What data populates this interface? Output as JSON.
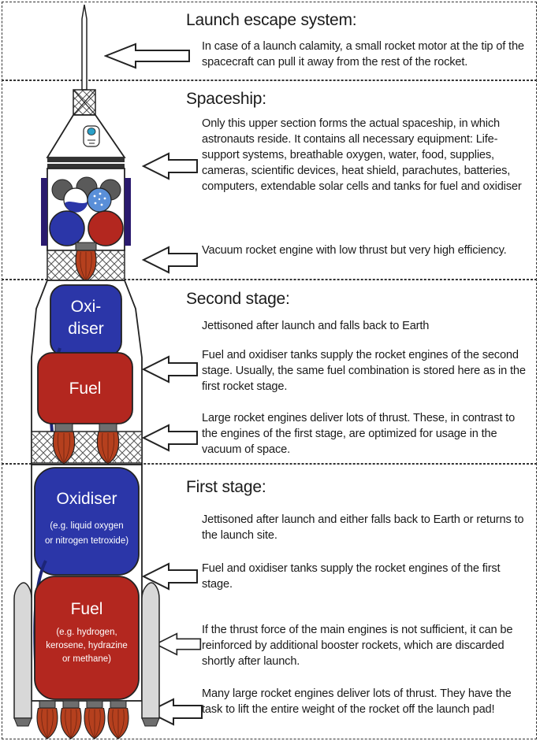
{
  "sections": [
    {
      "heading": "Launch escape system:",
      "paragraphs": [
        "In case of a launch calamity, a small rocket motor at the tip of the spacecraft can pull it away from the rest of the rocket."
      ]
    },
    {
      "heading": "Spaceship:",
      "paragraphs": [
        "Only this upper section forms the actual spaceship, in which astronauts reside. It contains all necessary equipment: Life-support systems, breathable oxygen, water, food, supplies, cameras, scientific devices, heat shield, parachutes, batteries, computers, extendable solar cells and tanks for fuel and oxidiser",
        "Vacuum rocket engine with low thrust but very high efficiency."
      ]
    },
    {
      "heading": "Second stage:",
      "paragraphs": [
        "Jettisoned after launch and falls back to Earth",
        "Fuel and oxidiser tanks supply the rocket engines of the second stage. Usually, the same fuel combination is stored here as in the first rocket stage.",
        "Large rocket engines deliver lots of thrust. These, in contrast to the engines of the first stage, are optimized for usage in the vacuum of space."
      ]
    },
    {
      "heading": "First stage:",
      "paragraphs": [
        "Jettisoned after launch and either falls back to Earth or returns to the launch site.",
        "Fuel and oxidiser tanks supply the rocket engines of the first stage.",
        "If the thrust force of the main engines is not sufficient, it can be reinforced by additional booster rockets, which are discarded shortly after launch.",
        "Many large rocket engines deliver lots of thrust. They have the task to lift the entire weight of the rocket off the launch pad!"
      ]
    }
  ],
  "rocket_labels": {
    "second_oxidiser_1": "Oxi-",
    "second_oxidiser_2": "diser",
    "second_fuel": "Fuel",
    "first_oxidiser": "Oxidiser",
    "first_oxidiser_note_1": "(e.g. liquid oxygen",
    "first_oxidiser_note_2": "or nitrogen tetroxide)",
    "first_fuel": "Fuel",
    "first_fuel_note_1": "(e.g. hydrogen,",
    "first_fuel_note_2": "kerosene, hydrazine",
    "first_fuel_note_3": "or methane)"
  },
  "colors": {
    "oxidiser_blue": "#2b36a8",
    "fuel_red": "#b3271f",
    "flame_red": "#b5401e",
    "engine_gray": "#6e6e6e",
    "sphere_gray": "#5a5a5a",
    "solar_panel": "#2a1a6e"
  },
  "icons": [
    "left-arrow-icon"
  ]
}
